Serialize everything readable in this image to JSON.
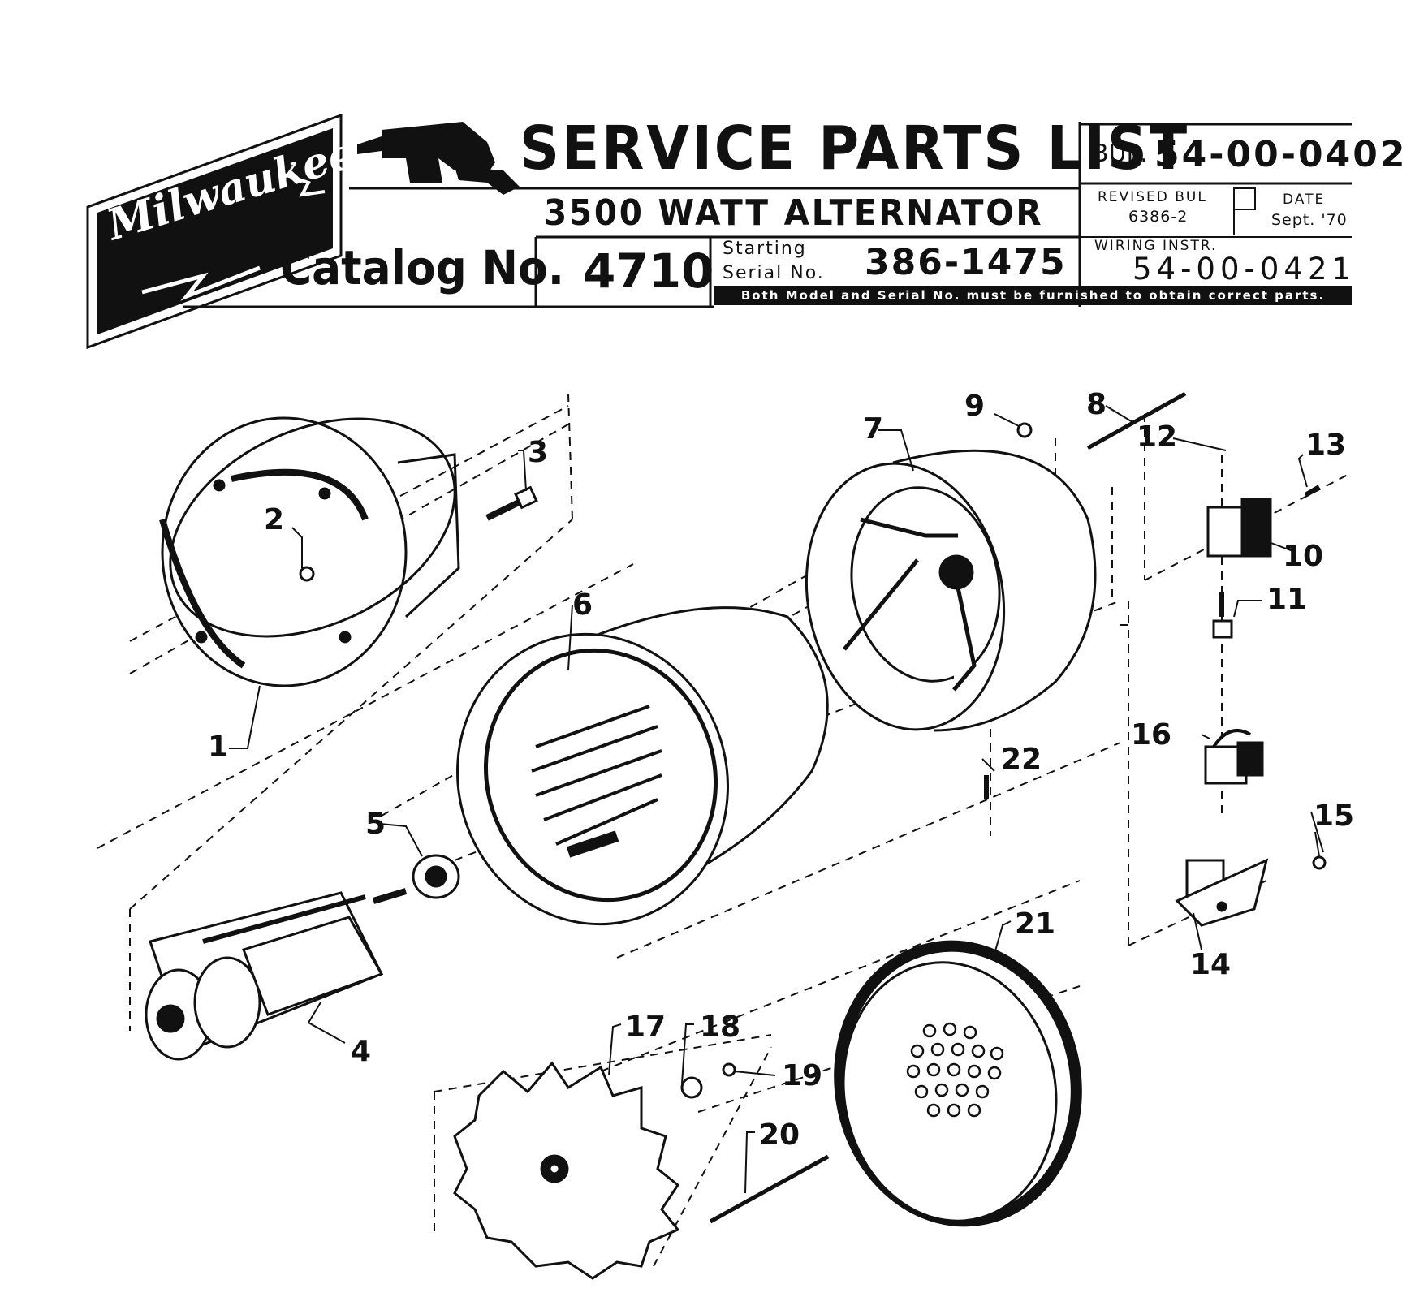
{
  "header": {
    "brand": "Milwaukee",
    "title": "SERVICE PARTS LIST",
    "subtitle": "3500 WATT ALTERNATOR",
    "catalog_label": "Catalog No.",
    "catalog_no": "4710",
    "starting_label": "Starting",
    "serial_label": "Serial No.",
    "serial_no": "386-1475",
    "bulletin_label": "BUL.",
    "bulletin_no": "54-00-0402",
    "revised_label": "REVISED BUL",
    "revised_no": "6386-2",
    "date_label": "DATE",
    "date_value": "Sept. '70",
    "wiring_label": "WIRING INSTR.",
    "wiring_no": "54-00-0421",
    "notice": "Both Model and Serial No. must be furnished to obtain correct parts."
  },
  "callouts": {
    "c1": "1",
    "c2": "2",
    "c3": "3",
    "c4": "4",
    "c5": "5",
    "c6": "6",
    "c7": "7",
    "c8": "8",
    "c9": "9",
    "c10": "10",
    "c11": "11",
    "c12": "12",
    "c13": "13",
    "c14": "14",
    "c15": "15",
    "c16": "16",
    "c17": "17",
    "c18": "18",
    "c19": "19",
    "c20": "20",
    "c21": "21",
    "c22": "22"
  },
  "colors": {
    "ink": "#111111",
    "paper": "#ffffff"
  }
}
